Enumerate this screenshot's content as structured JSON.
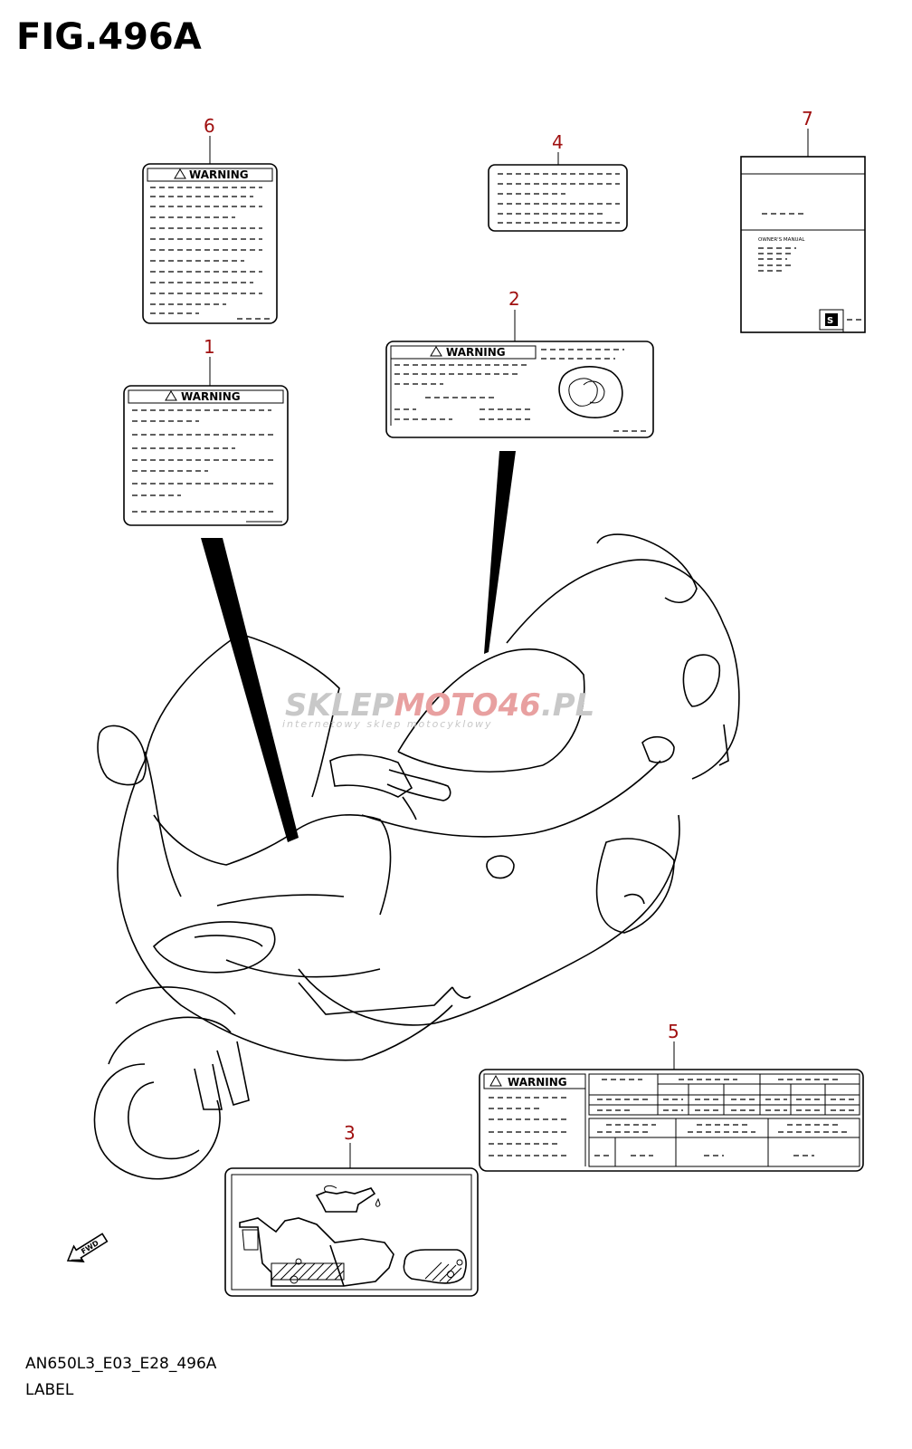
{
  "figure": {
    "title": "FIG.496A",
    "code": "AN650L3_E03_E28_496A",
    "name": "LABEL"
  },
  "callouts": [
    "1",
    "2",
    "3",
    "4",
    "5",
    "6",
    "7"
  ],
  "labels": {
    "warning_text": "WARNING",
    "owners_manual_text": "OWNER'S MANUAL",
    "fwd_text": "FWD"
  },
  "watermark": {
    "brand_a": "SKLEP",
    "brand_b": "MOTO",
    "brand_c": "46",
    "brand_d": ".PL",
    "tagline": "internetowy sklep motocyklowy"
  },
  "colors": {
    "callout": "#a01010",
    "watermark_grey": "#c8c8c8",
    "watermark_red": "#e8a0a0"
  }
}
